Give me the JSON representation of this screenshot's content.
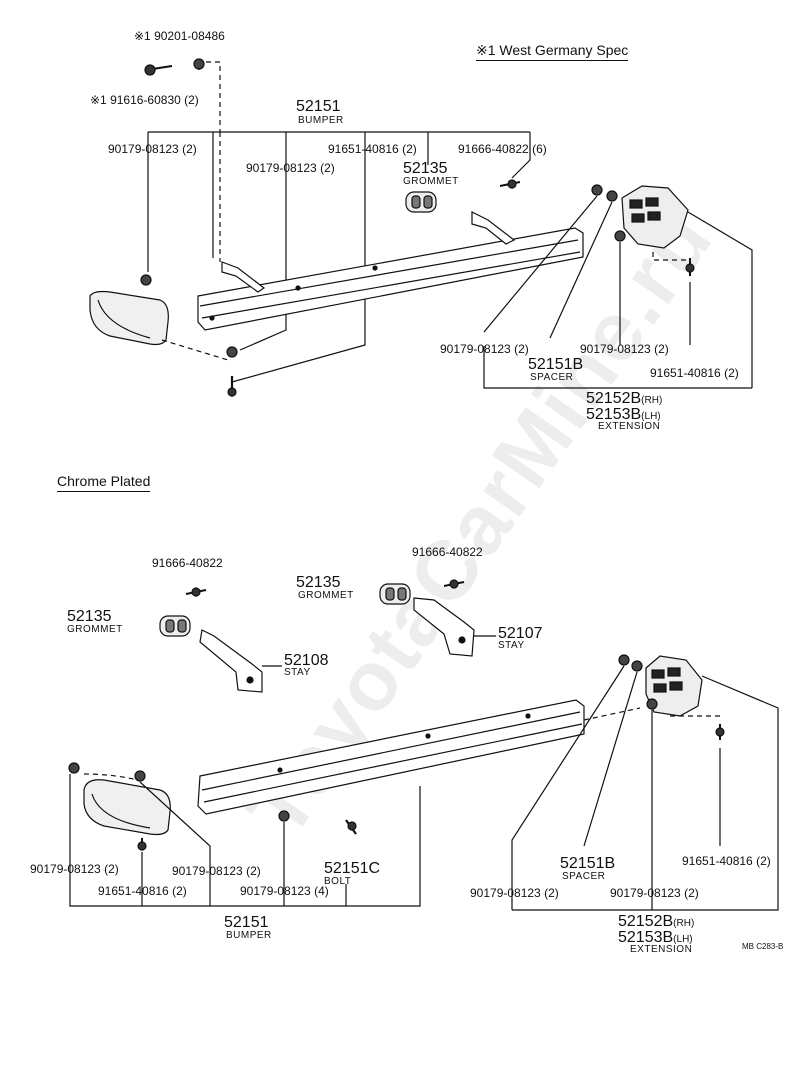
{
  "watermark": "ToyotaCarMine.ru",
  "upper_section": {
    "spec_note": "※1 West Germany Spec",
    "star_nut": "※1 90201-08486",
    "star_bolt": "※1 91616-60830 (2)",
    "bumper": {
      "number": "52151",
      "name": "BUMPER"
    },
    "labels": {
      "nut_left": "90179-08123 (2)",
      "nut_center": "90179-08123 (2)",
      "bolt_center": "91651-40816 (2)",
      "bolt_right": "91666-40822 (6)",
      "grommet": {
        "number": "52135",
        "name": "GROMMET"
      },
      "nut_spacer_left": "90179-08123 (2)",
      "spacer": {
        "number": "52151B",
        "name": "SPACER"
      },
      "nut_spacer_right": "90179-08123 (2)",
      "bolt_extension": "91651-40816 (2)",
      "extension_rh": "52152B",
      "extension_rh_side": "(RH)",
      "extension_lh": "52153B",
      "extension_lh_side": "(LH)",
      "extension_name": "EXTENSION"
    }
  },
  "lower_section": {
    "title": "Chrome Plated",
    "labels": {
      "bolt_stay_left": "91666-40822",
      "bolt_stay_right": "91666-40822",
      "grommet_left": {
        "number": "52135",
        "name": "GROMMET"
      },
      "grommet_right": {
        "number": "52135",
        "name": "GROMMET"
      },
      "stay_right": {
        "number": "52107",
        "name": "STAY"
      },
      "stay_left": {
        "number": "52108",
        "name": "STAY"
      },
      "nut_end_left": "90179-08123 (2)",
      "nut_end_mid": "90179-08123 (2)",
      "bolt_end": "91651-40816 (2)",
      "nut_bumper": "90179-08123 (4)",
      "bolt": {
        "number": "52151C",
        "name": "BOLT"
      },
      "bumper": {
        "number": "52151",
        "name": "BUMPER"
      },
      "spacer": {
        "number": "52151B",
        "name": "SPACER"
      },
      "nut_spacer_left": "90179-08123 (2)",
      "nut_spacer_right": "90179-08123 (2)",
      "bolt_extension": "91651-40816 (2)",
      "extension_rh": "52152B",
      "extension_rh_side": "(RH)",
      "extension_lh": "52153B",
      "extension_lh_side": "(LH)",
      "extension_name": "EXTENSION"
    }
  },
  "figure_code": "MB C283-B"
}
